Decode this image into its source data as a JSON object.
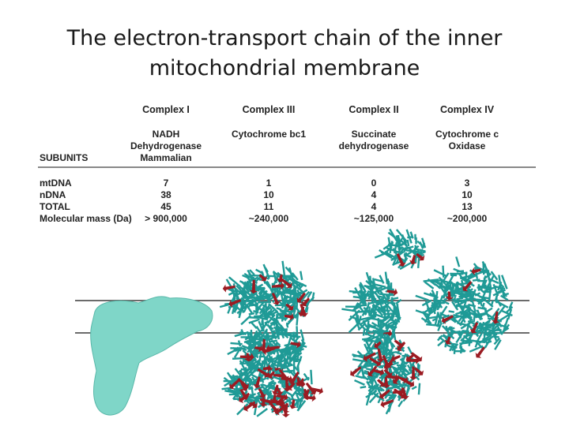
{
  "title_line1": "The electron-transport chain of the inner",
  "title_line2": "mitochondrial membrane",
  "table": {
    "subunits_label": "SUBUNITS",
    "columns": [
      {
        "header": "Complex I",
        "sub1": "NADH",
        "sub2": "Dehydrogenase",
        "sub3": "Mammalian"
      },
      {
        "header": "Complex III",
        "sub1": "Cytochrome bc1",
        "sub2": "",
        "sub3": ""
      },
      {
        "header": "Complex II",
        "sub1": "Succinate",
        "sub2": "dehydrogenase",
        "sub3": ""
      },
      {
        "header": "Complex IV",
        "sub1": "Cytochrome c",
        "sub2": "Oxidase",
        "sub3": ""
      }
    ],
    "rows": [
      {
        "label": "mtDNA",
        "values": [
          "7",
          "1",
          "0",
          "3"
        ]
      },
      {
        "label": "nDNA",
        "values": [
          "38",
          "10",
          "4",
          "10"
        ]
      },
      {
        "label": "TOTAL",
        "values": [
          "45",
          "11",
          "4",
          "13"
        ]
      },
      {
        "label": "Molecular mass (Da)",
        "values": [
          "> 900,000",
          "~240,000",
          "~125,000",
          "~200,000"
        ]
      }
    ]
  },
  "colors": {
    "protein_helix": "#1f9a96",
    "beta_sheet": "#9b1b22",
    "cryo_em_blob": "#7fd6c8",
    "membrane_line": "#6b6b6b"
  }
}
